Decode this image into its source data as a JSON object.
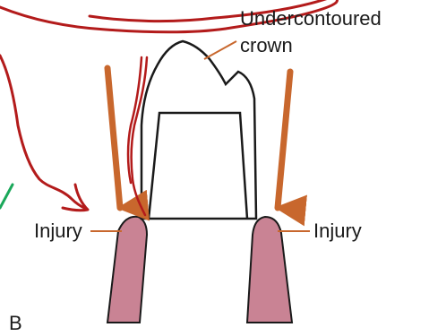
{
  "labels": {
    "crown_line1": "Undercontoured",
    "crown_line2": "crown",
    "injury_left": "Injury",
    "injury_right": "Injury",
    "panel": "B"
  },
  "colors": {
    "gingiva_fill": "#c98394",
    "gingiva_stroke": "#1a1a1a",
    "crown_fill": "#ffffff",
    "arrow": "#c8672d",
    "leader": "#c8672d",
    "annotation_red": "#b31b1b",
    "annotation_green": "#1aa85a"
  }
}
